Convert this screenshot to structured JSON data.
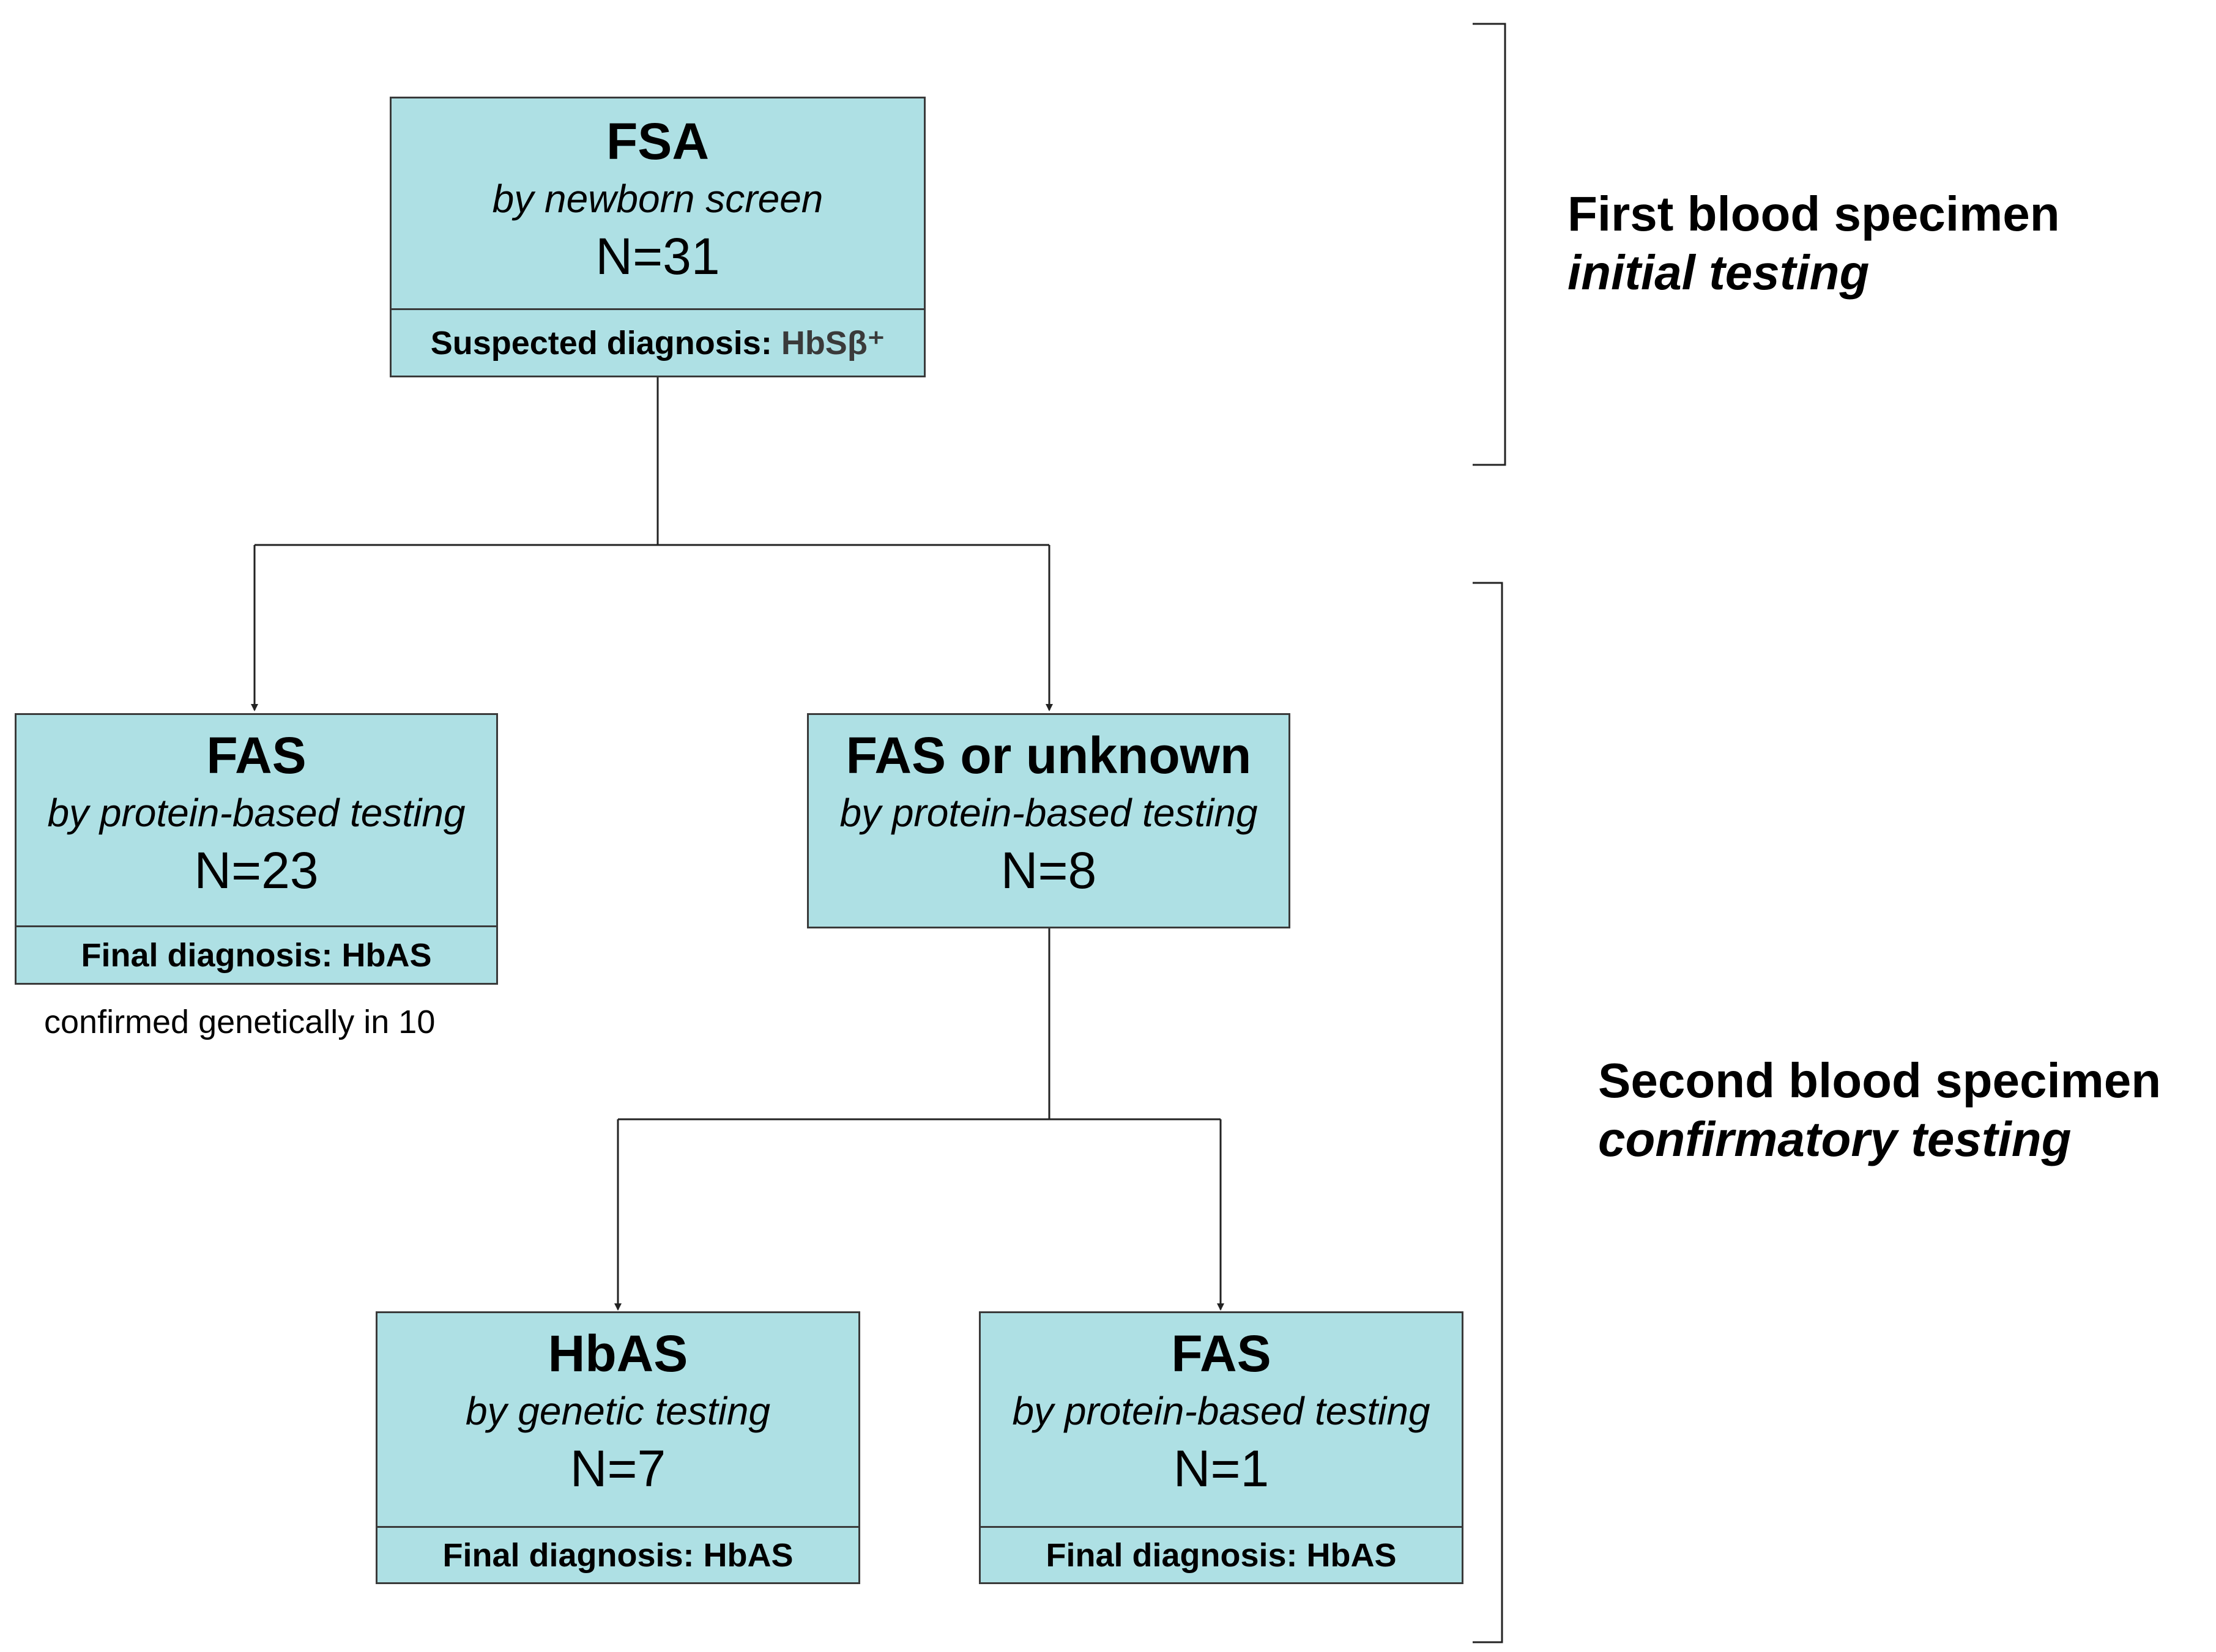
{
  "boxes": {
    "root": {
      "title": "FSA",
      "method": "by newborn screen",
      "count": "N=31",
      "footer_label": "Suspected diagnosis:",
      "footer_value": "HbSβ⁺"
    },
    "left": {
      "title": "FAS",
      "method": "by protein-based testing",
      "count": "N=23",
      "footer_label": "Final diagnosis:",
      "footer_value": "HbAS",
      "note": "confirmed genetically in 10"
    },
    "right": {
      "title": "FAS or unknown",
      "method": "by protein-based testing",
      "count": "N=8"
    },
    "bottom_left": {
      "title": "HbAS",
      "method": "by genetic testing",
      "count": "N=7",
      "footer_label": "Final diagnosis:",
      "footer_value": "HbAS"
    },
    "bottom_right": {
      "title": "FAS",
      "method": "by protein-based testing",
      "count": "N=1",
      "footer_label": "Final diagnosis:",
      "footer_value": "HbAS"
    }
  },
  "stages": {
    "first": {
      "line1": "First blood specimen",
      "line2": "initial testing"
    },
    "second": {
      "line1": "Second blood specimen",
      "line2": "confirmatory testing"
    }
  }
}
